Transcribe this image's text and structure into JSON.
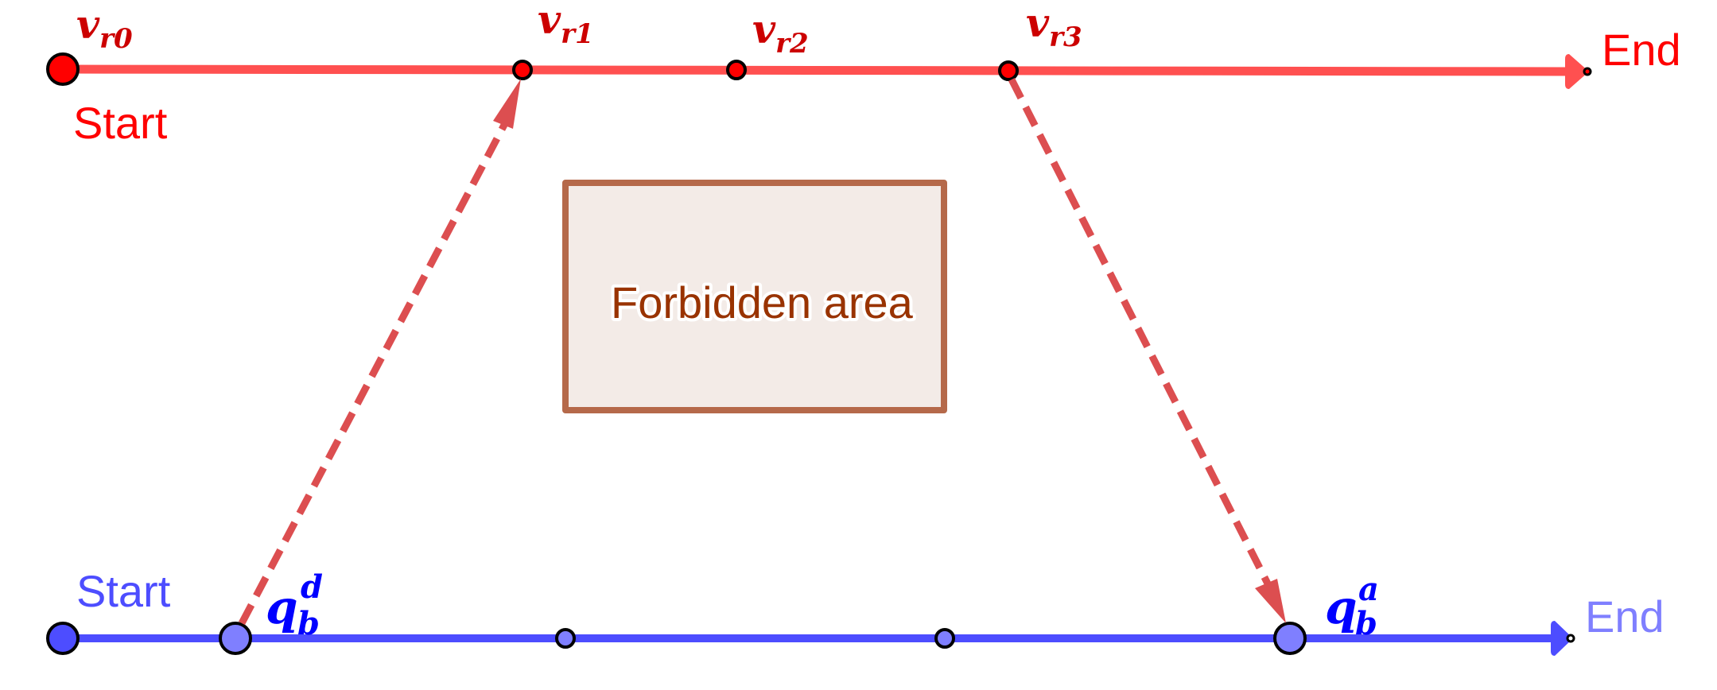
{
  "colors": {
    "red_line": "#ff5050",
    "red_point": "#ff0000",
    "red_label": "#cc0000",
    "red_text": "#ff0000",
    "blue_line": "#4d4dff",
    "blue_point_start": "#4d4dff",
    "blue_point": "#7f7fff",
    "blue_label": "#0000ff",
    "blue_start_text": "#4d4dff",
    "blue_end_text": "#7f7fff",
    "dashed_arrow": "#dc4e50",
    "forbidden_stroke": "#b5694a",
    "forbidden_fill": "#f3ebe7",
    "forbidden_text": "#993300"
  },
  "red_track": {
    "start_label": "Start",
    "end_label": "End",
    "points": [
      {
        "id": "v_r0",
        "main": "v",
        "sub": "r0"
      },
      {
        "id": "v_r1",
        "main": "v",
        "sub": "r1"
      },
      {
        "id": "v_r2",
        "main": "v",
        "sub": "r2"
      },
      {
        "id": "v_r3",
        "main": "v",
        "sub": "r3"
      }
    ]
  },
  "blue_track": {
    "start_label": "Start",
    "end_label": "End",
    "points": [
      {
        "id": "q_b_d",
        "main": "q",
        "sub": "b",
        "sup": "d"
      },
      {
        "id": "q_b_a",
        "main": "q",
        "sub": "b",
        "sup": "a"
      }
    ]
  },
  "forbidden_area": {
    "label": "Forbidden area"
  },
  "arrows": [
    {
      "from": "q_b_d",
      "to": "v_r1",
      "style": "dashed"
    },
    {
      "from": "v_r3",
      "to": "q_b_a",
      "style": "dashed"
    }
  ]
}
